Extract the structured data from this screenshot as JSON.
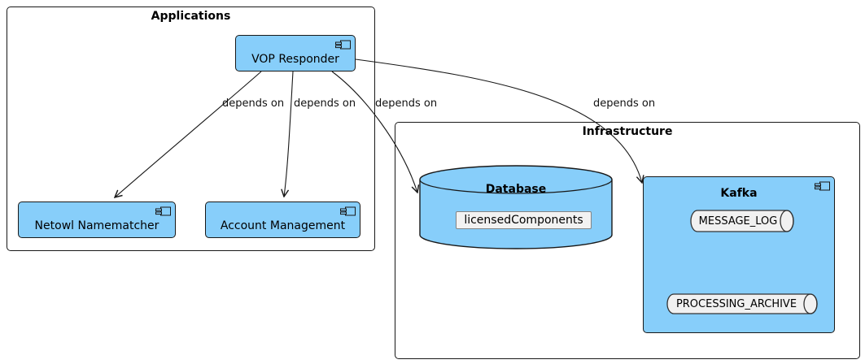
{
  "packages": {
    "applications": {
      "title": "Applications"
    },
    "infrastructure": {
      "title": "Infrastructure"
    }
  },
  "components": {
    "vop": {
      "label": "VOP Responder"
    },
    "netowl": {
      "label": "Netowl Namematcher"
    },
    "account": {
      "label": "Account Management"
    },
    "kafka": {
      "label": "Kafka",
      "queues": {
        "message_log": "MESSAGE_LOG",
        "processing_archive": "PROCESSING_ARCHIVE"
      }
    }
  },
  "database": {
    "label": "Database",
    "artifact": "licensedComponents"
  },
  "edges": [
    {
      "from": "VOP Responder",
      "to": "Netowl Namematcher",
      "label": "depends on"
    },
    {
      "from": "VOP Responder",
      "to": "Account Management",
      "label": "depends on"
    },
    {
      "from": "VOP Responder",
      "to": "Database",
      "label": "depends on"
    },
    {
      "from": "VOP Responder",
      "to": "Kafka",
      "label": "depends on"
    }
  ],
  "colors": {
    "node_fill": "#87CEFA",
    "node_border": "#181818",
    "queue_fill": "#F1F1F1",
    "artifact_fill": "#F2F2F2",
    "background": "#FFFFFF",
    "edge_stroke": "#181818"
  }
}
